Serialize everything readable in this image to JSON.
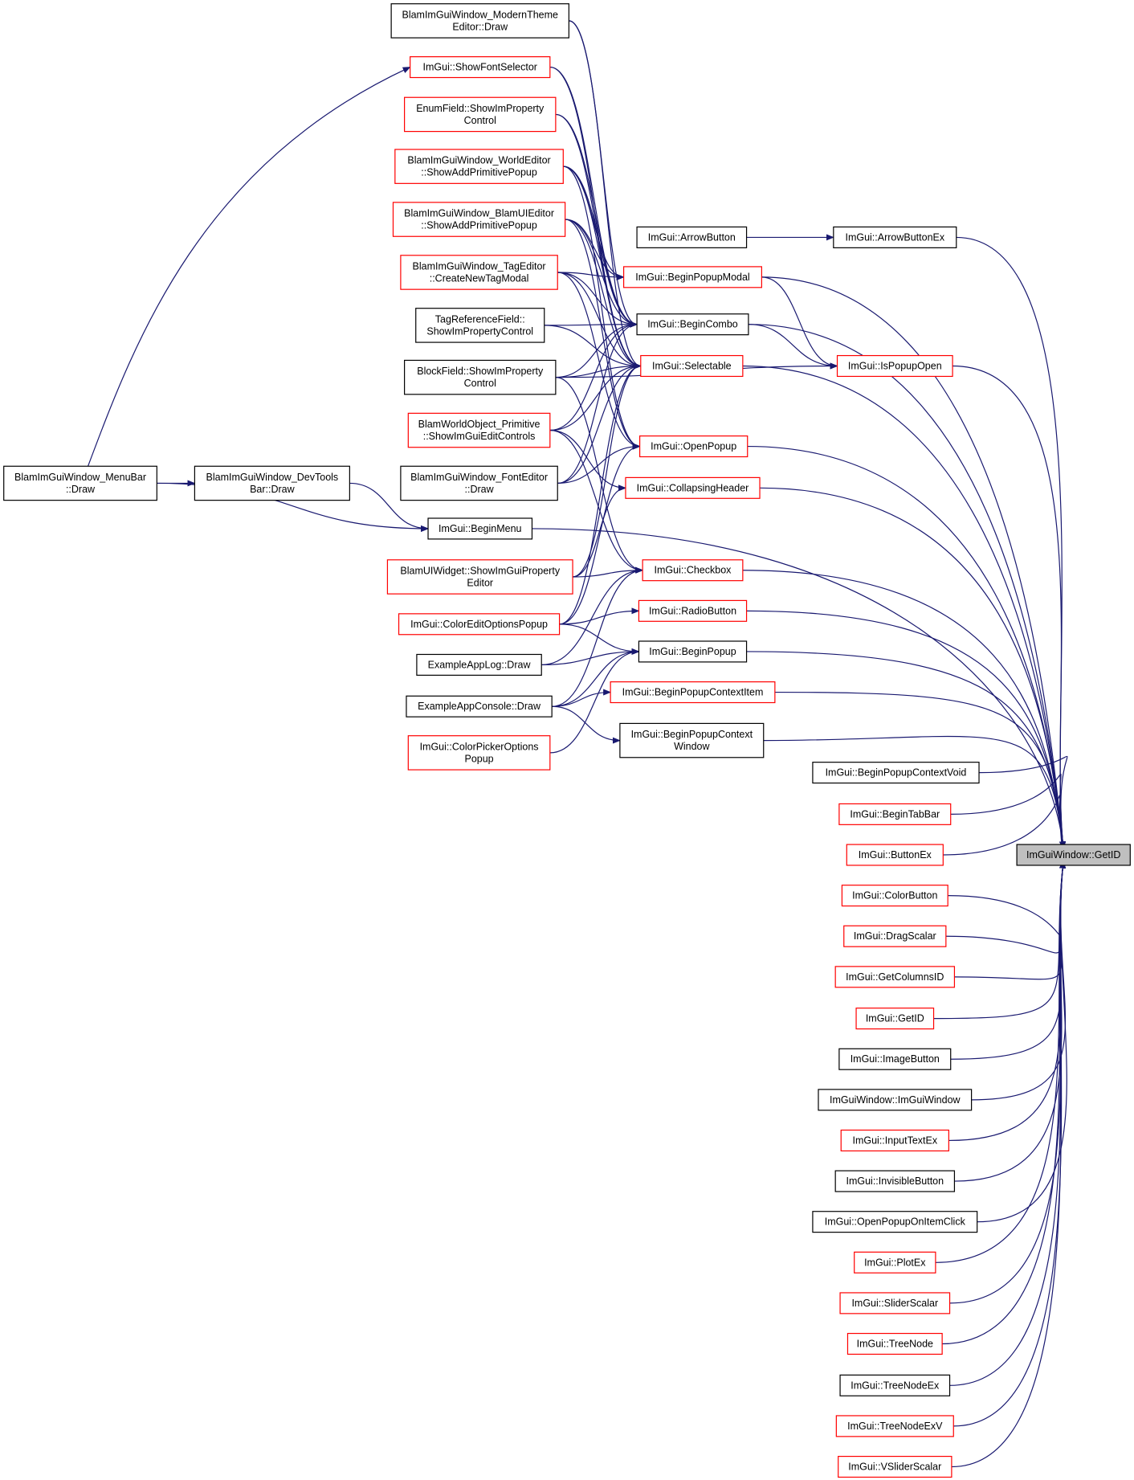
{
  "diagram": {
    "type": "call-graph",
    "edge_color": "#191970",
    "link_border_color": "#ff0000",
    "plain_border_color": "#000000",
    "focus_fill": "#bfbfbf",
    "nodes": [
      {
        "id": "n_modern",
        "lines": [
          "BlamImGuiWindow_ModernTheme",
          "Editor::Draw"
        ],
        "border": "black"
      },
      {
        "id": "n_showfont",
        "lines": [
          "ImGui::ShowFontSelector"
        ],
        "border": "red"
      },
      {
        "id": "n_enumfield",
        "lines": [
          "EnumField::ShowImProperty",
          "Control"
        ],
        "border": "red"
      },
      {
        "id": "n_worldeditor",
        "lines": [
          "BlamImGuiWindow_WorldEditor",
          "::ShowAddPrimitivePopup"
        ],
        "border": "red"
      },
      {
        "id": "n_blamui",
        "lines": [
          "BlamImGuiWindow_BlamUIEditor",
          "::ShowAddPrimitivePopup"
        ],
        "border": "red"
      },
      {
        "id": "n_tageditor",
        "lines": [
          "BlamImGuiWindow_TagEditor",
          "::CreateNewTagModal"
        ],
        "border": "red"
      },
      {
        "id": "n_tagref",
        "lines": [
          "TagReferenceField::",
          "ShowImPropertyControl"
        ],
        "border": "black"
      },
      {
        "id": "n_blockfield",
        "lines": [
          "BlockField::ShowImProperty",
          "Control"
        ],
        "border": "black"
      },
      {
        "id": "n_worldobj",
        "lines": [
          "BlamWorldObject_Primitive",
          "::ShowImGuiEditControls"
        ],
        "border": "red"
      },
      {
        "id": "n_fonteditor",
        "lines": [
          "BlamImGuiWindow_FontEditor",
          "::Draw"
        ],
        "border": "black"
      },
      {
        "id": "n_uiwidget",
        "lines": [
          "BlamUIWidget::ShowImGuiProperty",
          "Editor"
        ],
        "border": "red"
      },
      {
        "id": "n_coloredit",
        "lines": [
          "ImGui::ColorEditOptionsPopup"
        ],
        "border": "red"
      },
      {
        "id": "n_applog",
        "lines": [
          "ExampleAppLog::Draw"
        ],
        "border": "black"
      },
      {
        "id": "n_appconsole",
        "lines": [
          "ExampleAppConsole::Draw"
        ],
        "border": "black"
      },
      {
        "id": "n_colorpicker",
        "lines": [
          "ImGui::ColorPickerOptions",
          "Popup"
        ],
        "border": "red"
      },
      {
        "id": "n_menubar",
        "lines": [
          "BlamImGuiWindow_MenuBar",
          "::Draw"
        ],
        "border": "black"
      },
      {
        "id": "n_devtools",
        "lines": [
          "BlamImGuiWindow_DevTools",
          "Bar::Draw"
        ],
        "border": "black"
      },
      {
        "id": "n_beginmenu",
        "lines": [
          "ImGui::BeginMenu"
        ],
        "border": "black"
      },
      {
        "id": "n_arrowbutton",
        "lines": [
          "ImGui::ArrowButton"
        ],
        "border": "black"
      },
      {
        "id": "n_arrowbuttonex",
        "lines": [
          "ImGui::ArrowButtonEx"
        ],
        "border": "black"
      },
      {
        "id": "n_beginpopupmodal",
        "lines": [
          "ImGui::BeginPopupModal"
        ],
        "border": "red"
      },
      {
        "id": "n_begincombo",
        "lines": [
          "ImGui::BeginCombo"
        ],
        "border": "black"
      },
      {
        "id": "n_selectable",
        "lines": [
          "ImGui::Selectable"
        ],
        "border": "red"
      },
      {
        "id": "n_ispopupopen",
        "lines": [
          "ImGui::IsPopupOpen"
        ],
        "border": "red"
      },
      {
        "id": "n_openpopup",
        "lines": [
          "ImGui::OpenPopup"
        ],
        "border": "red"
      },
      {
        "id": "n_collapsing",
        "lines": [
          "ImGui::CollapsingHeader"
        ],
        "border": "red"
      },
      {
        "id": "n_checkbox",
        "lines": [
          "ImGui::Checkbox"
        ],
        "border": "red"
      },
      {
        "id": "n_radio",
        "lines": [
          "ImGui::RadioButton"
        ],
        "border": "red"
      },
      {
        "id": "n_beginpopup",
        "lines": [
          "ImGui::BeginPopup"
        ],
        "border": "black"
      },
      {
        "id": "n_bpci",
        "lines": [
          "ImGui::BeginPopupContextItem"
        ],
        "border": "red"
      },
      {
        "id": "n_bpcw",
        "lines": [
          "ImGui::BeginPopupContext",
          "Window"
        ],
        "border": "black"
      },
      {
        "id": "n_bpcv",
        "lines": [
          "ImGui::BeginPopupContextVoid"
        ],
        "border": "black"
      },
      {
        "id": "n_begintabbar",
        "lines": [
          "ImGui::BeginTabBar"
        ],
        "border": "red"
      },
      {
        "id": "n_buttonex",
        "lines": [
          "ImGui::ButtonEx"
        ],
        "border": "red"
      },
      {
        "id": "n_colorbutton",
        "lines": [
          "ImGui::ColorButton"
        ],
        "border": "red"
      },
      {
        "id": "n_dragscalar",
        "lines": [
          "ImGui::DragScalar"
        ],
        "border": "red"
      },
      {
        "id": "n_columnsid",
        "lines": [
          "ImGui::GetColumnsID"
        ],
        "border": "red"
      },
      {
        "id": "n_getid",
        "lines": [
          "ImGui::GetID"
        ],
        "border": "red"
      },
      {
        "id": "n_imagebutton",
        "lines": [
          "ImGui::ImageButton"
        ],
        "border": "black"
      },
      {
        "id": "n_imguiwindow",
        "lines": [
          "ImGuiWindow::ImGuiWindow"
        ],
        "border": "black"
      },
      {
        "id": "n_inputtextex",
        "lines": [
          "ImGui::InputTextEx"
        ],
        "border": "red"
      },
      {
        "id": "n_invisible",
        "lines": [
          "ImGui::InvisibleButton"
        ],
        "border": "black"
      },
      {
        "id": "n_openpopupclick",
        "lines": [
          "ImGui::OpenPopupOnItemClick"
        ],
        "border": "black"
      },
      {
        "id": "n_plotex",
        "lines": [
          "ImGui::PlotEx"
        ],
        "border": "red"
      },
      {
        "id": "n_sliderscalar",
        "lines": [
          "ImGui::SliderScalar"
        ],
        "border": "red"
      },
      {
        "id": "n_treenode",
        "lines": [
          "ImGui::TreeNode"
        ],
        "border": "red"
      },
      {
        "id": "n_treenodeex",
        "lines": [
          "ImGui::TreeNodeEx"
        ],
        "border": "black"
      },
      {
        "id": "n_treenodeexv",
        "lines": [
          "ImGui::TreeNodeExV"
        ],
        "border": "red"
      },
      {
        "id": "n_vslider",
        "lines": [
          "ImGui::VSliderScalar"
        ],
        "border": "red"
      },
      {
        "id": "n_target",
        "lines": [
          "ImGuiWindow::GetID"
        ],
        "border": "focus"
      }
    ],
    "edges": [
      [
        "n_menubar",
        "n_showfont"
      ],
      [
        "n_menubar",
        "n_devtools"
      ],
      [
        "n_menubar",
        "n_beginmenu"
      ],
      [
        "n_devtools",
        "n_beginmenu"
      ],
      [
        "n_arrowbutton",
        "n_arrowbuttonex"
      ],
      [
        "n_worldeditor",
        "n_beginpopupmodal"
      ],
      [
        "n_blamui",
        "n_beginpopupmodal"
      ],
      [
        "n_tageditor",
        "n_beginpopupmodal"
      ],
      [
        "n_modern",
        "n_begincombo"
      ],
      [
        "n_showfont",
        "n_begincombo"
      ],
      [
        "n_enumfield",
        "n_begincombo"
      ],
      [
        "n_worldeditor",
        "n_begincombo"
      ],
      [
        "n_blamui",
        "n_begincombo"
      ],
      [
        "n_tageditor",
        "n_begincombo"
      ],
      [
        "n_tagref",
        "n_begincombo"
      ],
      [
        "n_blockfield",
        "n_begincombo"
      ],
      [
        "n_worldobj",
        "n_begincombo"
      ],
      [
        "n_fonteditor",
        "n_begincombo"
      ],
      [
        "n_modern",
        "n_selectable"
      ],
      [
        "n_showfont",
        "n_selectable"
      ],
      [
        "n_enumfield",
        "n_selectable"
      ],
      [
        "n_worldeditor",
        "n_selectable"
      ],
      [
        "n_blamui",
        "n_selectable"
      ],
      [
        "n_tageditor",
        "n_selectable"
      ],
      [
        "n_tagref",
        "n_selectable"
      ],
      [
        "n_blockfield",
        "n_selectable"
      ],
      [
        "n_worldobj",
        "n_selectable"
      ],
      [
        "n_fonteditor",
        "n_selectable"
      ],
      [
        "n_uiwidget",
        "n_selectable"
      ],
      [
        "n_coloredit",
        "n_selectable"
      ],
      [
        "n_worldeditor",
        "n_openpopup"
      ],
      [
        "n_blamui",
        "n_openpopup"
      ],
      [
        "n_tageditor",
        "n_openpopup"
      ],
      [
        "n_fonteditor",
        "n_openpopup"
      ],
      [
        "n_coloredit",
        "n_openpopup"
      ],
      [
        "n_worldobj",
        "n_collapsing"
      ],
      [
        "n_uiwidget",
        "n_collapsing"
      ],
      [
        "n_blockfield",
        "n_checkbox"
      ],
      [
        "n_worldobj",
        "n_checkbox"
      ],
      [
        "n_uiwidget",
        "n_checkbox"
      ],
      [
        "n_applog",
        "n_checkbox"
      ],
      [
        "n_appconsole",
        "n_checkbox"
      ],
      [
        "n_coloredit",
        "n_radio"
      ],
      [
        "n_coloredit",
        "n_beginpopup"
      ],
      [
        "n_applog",
        "n_beginpopup"
      ],
      [
        "n_appconsole",
        "n_beginpopup"
      ],
      [
        "n_colorpicker",
        "n_beginpopup"
      ],
      [
        "n_appconsole",
        "n_bpci"
      ],
      [
        "n_appconsole",
        "n_bpcw"
      ],
      [
        "n_begincombo",
        "n_ispopupopen"
      ],
      [
        "n_beginpopupmodal",
        "n_ispopupopen"
      ],
      [
        "n_blockfield",
        "n_ispopupopen"
      ],
      [
        "n_arrowbuttonex",
        "n_target"
      ],
      [
        "n_beginpopupmodal",
        "n_target"
      ],
      [
        "n_begincombo",
        "n_target"
      ],
      [
        "n_selectable",
        "n_target"
      ],
      [
        "n_ispopupopen",
        "n_target"
      ],
      [
        "n_openpopup",
        "n_target"
      ],
      [
        "n_collapsing",
        "n_target"
      ],
      [
        "n_beginmenu",
        "n_target"
      ],
      [
        "n_checkbox",
        "n_target"
      ],
      [
        "n_radio",
        "n_target"
      ],
      [
        "n_beginpopup",
        "n_target"
      ],
      [
        "n_bpci",
        "n_target"
      ],
      [
        "n_bpcw",
        "n_target"
      ],
      [
        "n_bpcv",
        "n_target"
      ],
      [
        "n_begintabbar",
        "n_target"
      ],
      [
        "n_buttonex",
        "n_target"
      ],
      [
        "n_colorbutton",
        "n_target"
      ],
      [
        "n_dragscalar",
        "n_target"
      ],
      [
        "n_columnsid",
        "n_target"
      ],
      [
        "n_getid",
        "n_target"
      ],
      [
        "n_imagebutton",
        "n_target"
      ],
      [
        "n_imguiwindow",
        "n_target"
      ],
      [
        "n_inputtextex",
        "n_target"
      ],
      [
        "n_invisible",
        "n_target"
      ],
      [
        "n_openpopupclick",
        "n_target"
      ],
      [
        "n_plotex",
        "n_target"
      ],
      [
        "n_sliderscalar",
        "n_target"
      ],
      [
        "n_treenode",
        "n_target"
      ],
      [
        "n_treenodeex",
        "n_target"
      ],
      [
        "n_treenodeexv",
        "n_target"
      ],
      [
        "n_vslider",
        "n_target"
      ]
    ]
  }
}
